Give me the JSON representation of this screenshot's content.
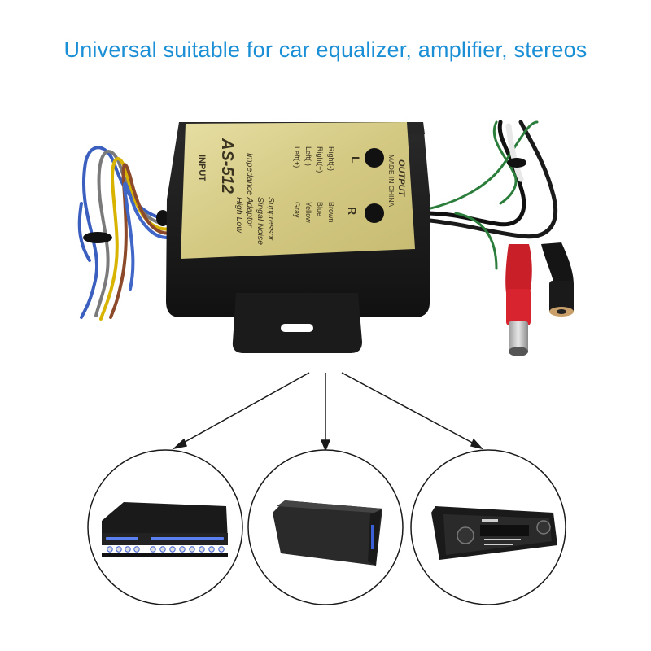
{
  "headline": "Universal suitable for car equalizer, amplifier, stereos",
  "device": {
    "model": "AS-512",
    "input_label": "INPUT",
    "output_label": "OUTPUT",
    "made_in": "MADE IN CHINA",
    "description": [
      "High Low",
      "Impedance Adaptor",
      "Singal Noise",
      "Suppressor"
    ],
    "wire_colors": [
      "Gray",
      "Yellow",
      "Blue",
      "Brown"
    ],
    "wire_channels": [
      "Left(+)",
      "Left(-)",
      "Right(+)",
      "Right(-)"
    ],
    "left_label": "L",
    "right_label": "R"
  },
  "colors": {
    "headline": "#1a8fd6",
    "label_plate": "#d9cf8c",
    "housing": "#1c1c1c",
    "rca_red": "#d0202a"
  },
  "applications": [
    "equalizer-image",
    "amplifier-image",
    "stereo-head-unit-image"
  ]
}
